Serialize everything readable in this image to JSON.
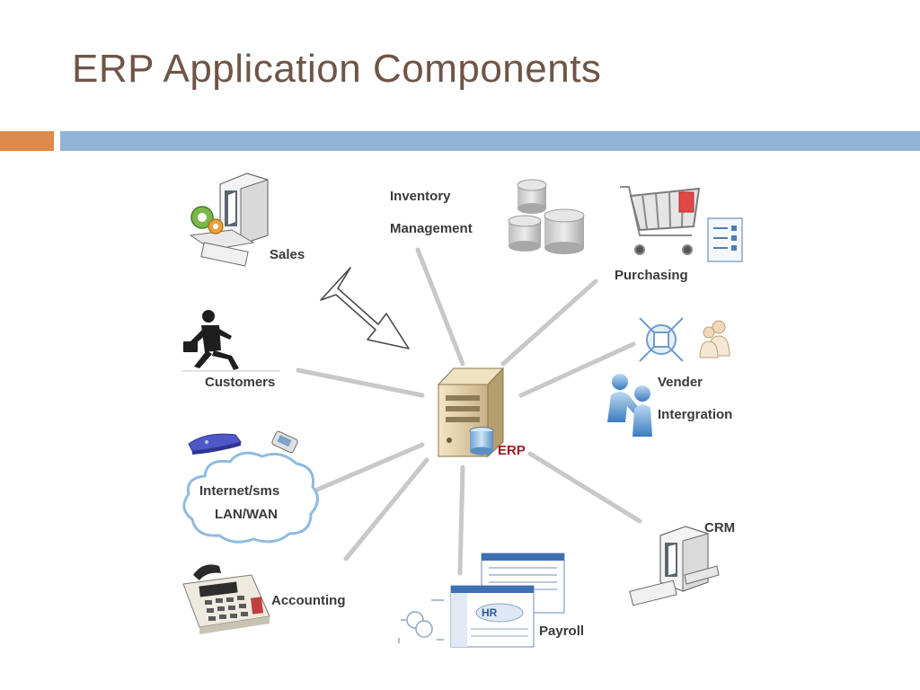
{
  "title": "ERP Application Components",
  "diagram": {
    "center": {
      "label": "ERP",
      "icon": "server-icon"
    },
    "nodes": [
      {
        "id": "sales",
        "lines": [
          "Sales"
        ],
        "icon": "computer-icon"
      },
      {
        "id": "inventory",
        "lines": [
          "Inventory",
          "Management"
        ],
        "icon": "database-icon"
      },
      {
        "id": "purchasing",
        "lines": [
          "Purchasing"
        ],
        "icon": "shopping-cart-icon"
      },
      {
        "id": "vendor",
        "lines": [
          "Vender",
          "Intergration"
        ],
        "icon": "handshake-icon"
      },
      {
        "id": "crm",
        "lines": [
          "CRM"
        ],
        "icon": "computer-icon"
      },
      {
        "id": "payroll",
        "lines": [
          "Payroll"
        ],
        "icon": "hr-window-icon"
      },
      {
        "id": "accounting",
        "lines": [
          "Accounting"
        ],
        "icon": "calculator-icon"
      },
      {
        "id": "network",
        "lines": [
          "Internet/sms",
          "LAN/WAN"
        ],
        "icon": "cloud-icon"
      },
      {
        "id": "customers",
        "lines": [
          "Customers"
        ],
        "icon": "running-man-icon"
      }
    ],
    "hr_badge": "HR"
  },
  "colors": {
    "title": "#6e5546",
    "accent_orange": "#dd8a4c",
    "accent_blue": "#92b4d4",
    "connector": "#c8c8c8",
    "erp_label": "#9b1c1c"
  }
}
